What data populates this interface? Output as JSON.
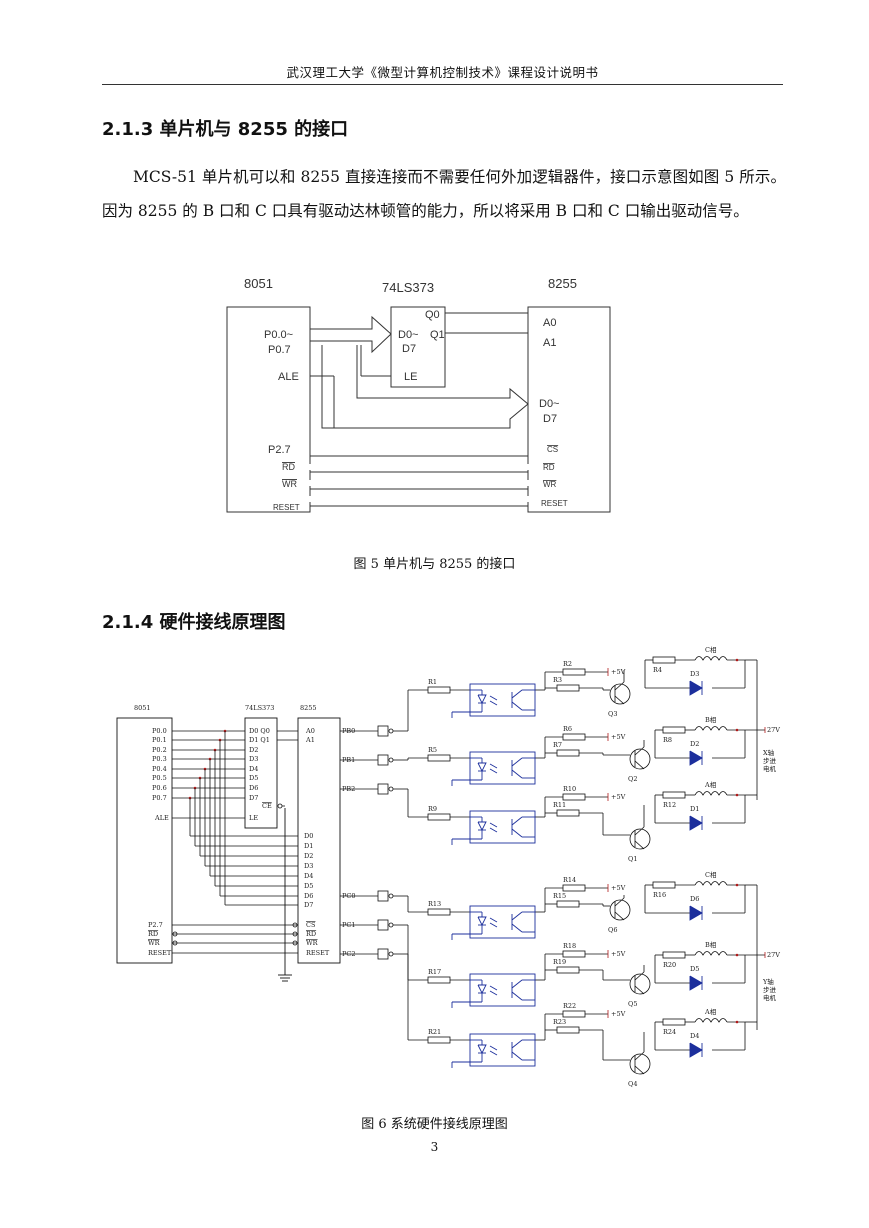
{
  "header": "武汉理工大学《微型计算机控制技术》课程设计说明书",
  "section_1": {
    "title": "2.1.3 单片机与 8255 的接口"
  },
  "paragraph": "MCS-51 单片机可以和 8255 直接连接而不需要任何外加逻辑器件，接口示意图如图 5 所示。因为 8255 的 B 口和 C 口具有驱动达林顿管的能力，所以将采用 B 口和 C 口输出驱动信号。",
  "fig5": {
    "caption": "图 5 单片机与 8255 的接口",
    "labels": {
      "chip_8051": "8051",
      "chip_373": "74LS373",
      "chip_8255": "8255",
      "p0": "P0.0~",
      "p0b": "P0.7",
      "ale": "ALE",
      "p27": "P2.7",
      "rd": "RD",
      "wr": "WR",
      "reset": "RESET",
      "q0": "Q0",
      "q1": "Q1",
      "d0": "D0~",
      "d7": "D7",
      "le": "LE",
      "a0": "A0",
      "a1": "A1",
      "pd0": "D0~",
      "pd7": "D7",
      "cs": "CS",
      "rd2": "RD",
      "wr2": "WR",
      "reset2": "RESET"
    }
  },
  "section_2": {
    "title": "2.1.4 硬件接线原理图"
  },
  "fig6": {
    "caption": "图 6 系统硬件接线原理图",
    "chips": {
      "c8051": "8051",
      "c373": "74LS373",
      "c8255": "8255"
    },
    "p0_pins": [
      "P0.0",
      "P0.1",
      "P0.2",
      "P0.3",
      "P0.4",
      "P0.5",
      "P0.6",
      "P0.7"
    ],
    "latch_pins": [
      "D0 Q0",
      "D1 Q1",
      "D2",
      "D3",
      "D4",
      "D5",
      "D6",
      "D7"
    ],
    "data_pins": [
      "D0",
      "D1",
      "D2",
      "D3",
      "D4",
      "D5",
      "D6",
      "D7"
    ],
    "ctrl_8051": [
      "P2.7",
      "RD",
      "WR",
      "RESET"
    ],
    "ctrl_8255": [
      "CS",
      "RD",
      "WR",
      "RESET"
    ],
    "ale": "ALE",
    "le": "LE",
    "ce": "CE",
    "a0": "A0",
    "a1": "A1",
    "ports": [
      "PB0",
      "PB1",
      "PB2",
      "PC0",
      "PC1",
      "PC2"
    ],
    "r_in": [
      "R1",
      "R5",
      "R9",
      "R13",
      "R17",
      "R21"
    ],
    "r_up": [
      "R2",
      "R6",
      "R10",
      "R14",
      "R18",
      "R22"
    ],
    "r_base": [
      "R3",
      "R7",
      "R11",
      "R15",
      "R19",
      "R23"
    ],
    "r_coil": [
      "R4",
      "R8",
      "R12",
      "R16",
      "R20",
      "R24"
    ],
    "transistors": [
      "Q3",
      "Q2",
      "Q1",
      "Q6",
      "Q5",
      "Q4"
    ],
    "diodes": [
      "D3",
      "D2",
      "D1",
      "D6",
      "D5",
      "D4"
    ],
    "phases": [
      "C相",
      "B相",
      "A相",
      "C相",
      "B相",
      "A相"
    ],
    "vcc": "+5V",
    "motor_v": "27V",
    "motor_x": [
      "X轴",
      "步进",
      "电机"
    ],
    "motor_y": [
      "Y轴",
      "步进",
      "电机"
    ]
  },
  "page_number": "3"
}
